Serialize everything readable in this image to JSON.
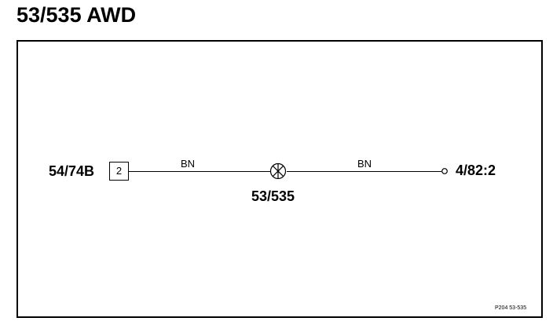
{
  "title": "53/535 AWD",
  "diagram": {
    "left_connector": {
      "label": "54/74B",
      "pin": "2"
    },
    "wires": [
      {
        "color_code": "BN"
      },
      {
        "color_code": "BN"
      }
    ],
    "lamp": {
      "label": "53/535",
      "icon": "lamp-icon"
    },
    "right_terminal": {
      "label": "4/82:2",
      "icon": "terminal-icon"
    },
    "footer_code": "P204  53-535"
  }
}
